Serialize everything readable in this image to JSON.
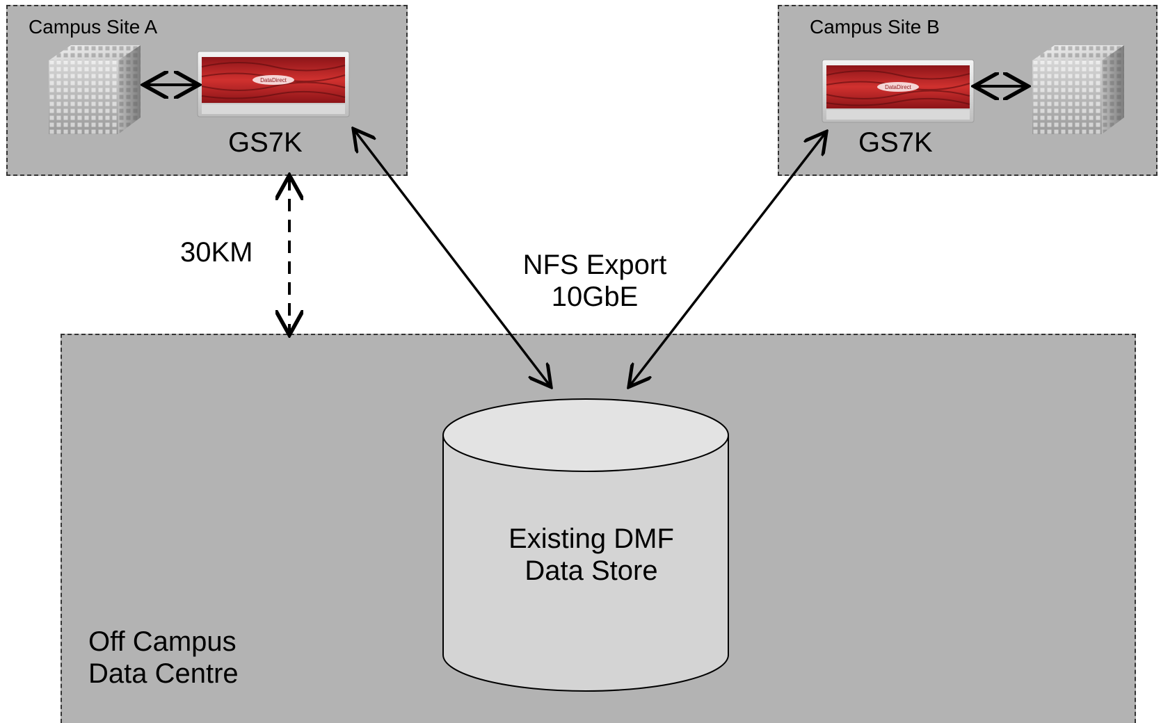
{
  "diagram": {
    "site_a": {
      "title": "Campus Site A",
      "device_label": "GS7K"
    },
    "site_b": {
      "title": "Campus Site B",
      "device_label": "GS7K"
    },
    "distance_label": "30KM",
    "link": {
      "line1": "NFS Export",
      "line2": "10GbE"
    },
    "data_centre": {
      "line1": "Off Campus",
      "line2": "Data Centre"
    },
    "data_store": {
      "line1": "Existing DMF",
      "line2": "Data Store"
    },
    "device_brand_text": "DataDirect",
    "colors": {
      "zone_fill": "#b3b3b3",
      "device_red": "#c0262a",
      "cylinder_fill": "#d4d4d4",
      "cylinder_top": "#e3e3e3"
    }
  }
}
